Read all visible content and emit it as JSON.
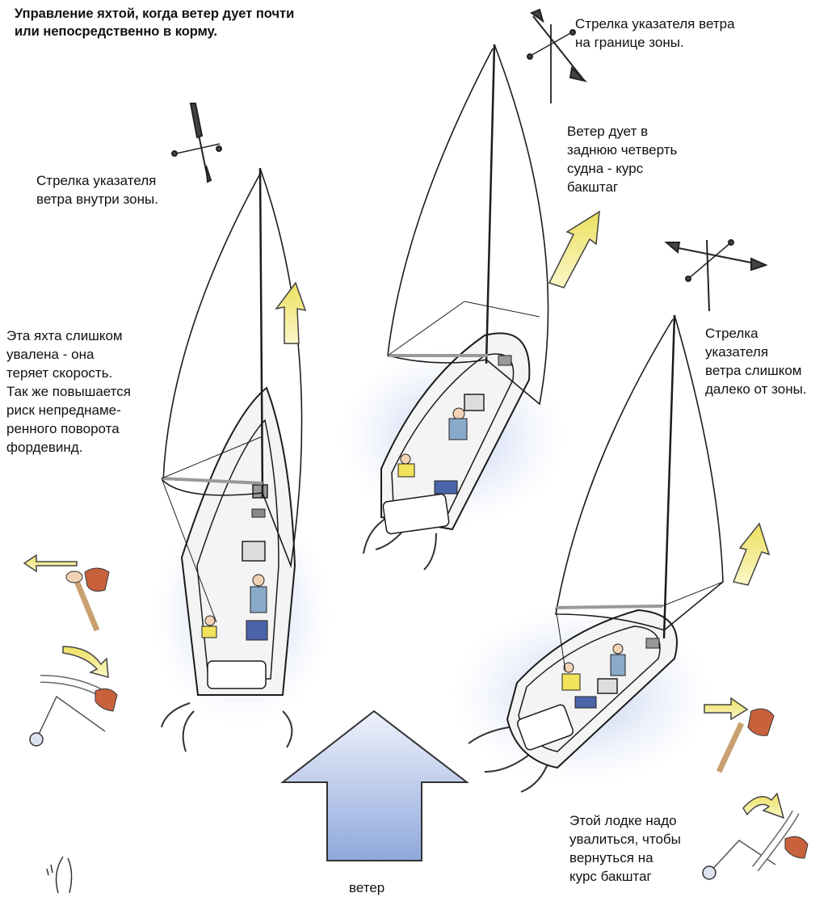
{
  "title": "Управление яхтой, когда ветер дует почти\nили непосредственно в корму.",
  "labels": {
    "vane_inside": "Стрелка указателя\nветра внутри зоны.",
    "vane_edge": "Стрелка указателя ветра\nна границе зоны.",
    "too_far_off": "Эта яхта слишком\nувалена - она\nтеряет скорость.\nТак же повышается\nриск непреднаме-\nренного поворота\nфордевинд.",
    "broad_reach": "Ветер дует в\nзаднюю четверть\nсудна - курс\nбакштаг",
    "vane_too_far": "Стрелка\nуказателя\nветра слишком\nдалеко от зоны.",
    "bear_away": "Этой лодке надо\nувалиться, чтобы\nвернуться на\nкурс бакштаг",
    "wind": "ветер"
  },
  "colors": {
    "hull": "#f4f4f4",
    "outline": "#1c1c1c",
    "water": "#b9c9ea",
    "arrow_yellow": "#f3ec8c",
    "wind_arrow": "#9fb6e2",
    "tiller_red": "#c8623d",
    "crew_yellow": "#f1e35a",
    "crew_blue": "#4b63a8"
  }
}
